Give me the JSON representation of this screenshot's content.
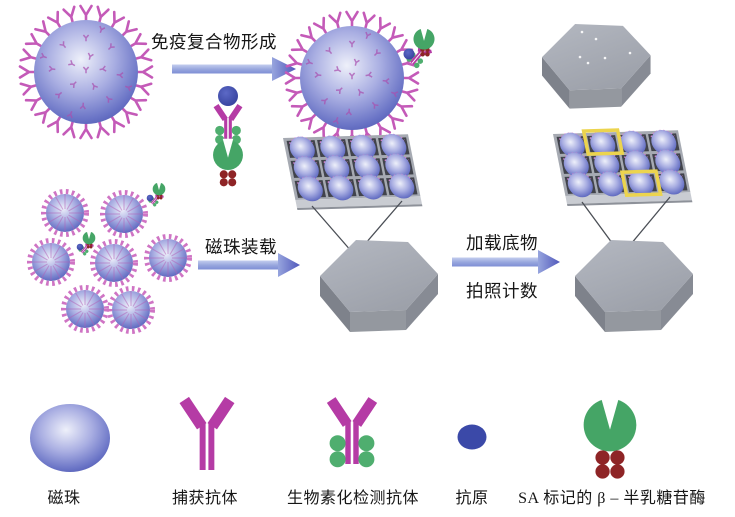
{
  "figure": {
    "kind": "digital-elisa-workflow-diagram",
    "labels": {
      "step1": "免疫复合物形成",
      "step2": "磁珠装载",
      "step3a": "加载底物",
      "step3b": "拍照计数"
    },
    "legend": {
      "items": [
        {
          "icon": "magnetic-bead-icon",
          "label": "磁珠"
        },
        {
          "icon": "capture-antibody-icon",
          "label": "捕获抗体"
        },
        {
          "icon": "biotinylated-detection-antibody-icon",
          "label": "生物素化检测抗体"
        },
        {
          "icon": "antigen-icon",
          "label": "抗原"
        },
        {
          "icon": "sa-beta-galactosidase-icon",
          "label": "SA 标记的 β – 半乳糖苷酶"
        }
      ]
    },
    "colors": {
      "bead_core_dark": "#4a53ae",
      "bead_core_light": "#eef0fa",
      "antibody_magenta": "#b53ba5",
      "fringe_pink": "#c45ab8",
      "biotin_green": "#4fae6f",
      "enzyme_green": "#45a566",
      "sa_red": "#8e2426",
      "antigen_blue": "#3b49a8",
      "arrow_blue_light": "#b9c4ec",
      "arrow_blue_dark": "#5158bb",
      "disc_gray_top": "#aab0b8",
      "disc_gray_side": "#7e828b",
      "well_dark": "#41434b",
      "highlight_yellow": "#ecd44e",
      "text": "#161616"
    }
  }
}
